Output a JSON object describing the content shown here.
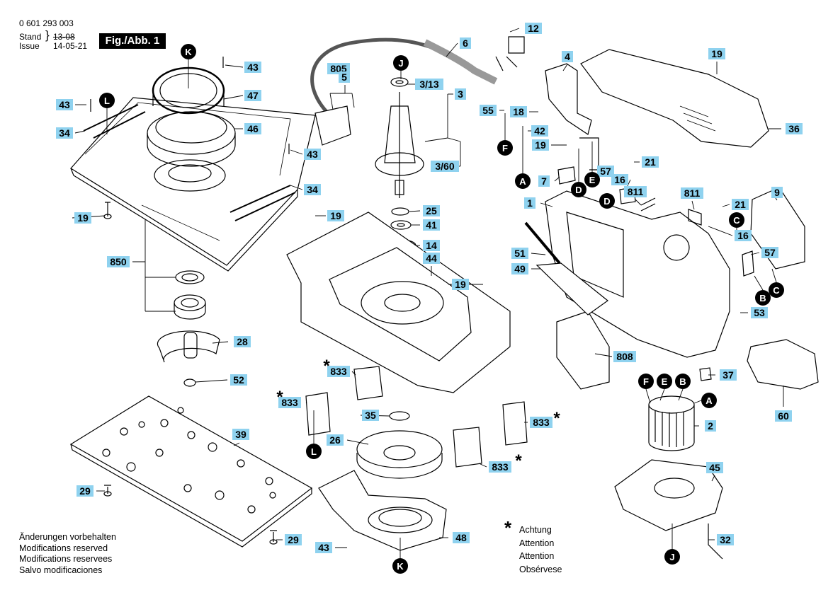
{
  "header": {
    "drawing_number": "0 601 293 003",
    "stand_label": "Stand",
    "stand_value": "13-08",
    "issue_label": "Issue",
    "issue_value": "14-05-21",
    "figure_label": "Fig./Abb. 1"
  },
  "footer_notes": [
    "Änderungen vorbehalten",
    "Modifications reserved",
    "Modifications reservees",
    "Salvo modificaciones"
  ],
  "attention": {
    "symbol": "*",
    "lines": [
      "Achtung",
      "Attention",
      "Attention",
      "Obsérvese"
    ]
  },
  "colors": {
    "label_fill": "#8fd2ef",
    "line": "#000000"
  },
  "part_labels": [
    {
      "id": "p12",
      "text": "12"
    },
    {
      "id": "p6",
      "text": "6"
    },
    {
      "id": "p4",
      "text": "4"
    },
    {
      "id": "p19a",
      "text": "19"
    },
    {
      "id": "p43a",
      "text": "43"
    },
    {
      "id": "p47",
      "text": "47"
    },
    {
      "id": "p43b",
      "text": "43"
    },
    {
      "id": "p34a",
      "text": "34"
    },
    {
      "id": "p46",
      "text": "46"
    },
    {
      "id": "p43c",
      "text": "43"
    },
    {
      "id": "p34b",
      "text": "34"
    },
    {
      "id": "p19b",
      "text": "19"
    },
    {
      "id": "p850",
      "text": "850"
    },
    {
      "id": "p28",
      "text": "28"
    },
    {
      "id": "p52",
      "text": "52"
    },
    {
      "id": "p39",
      "text": "39"
    },
    {
      "id": "p29a",
      "text": "29"
    },
    {
      "id": "p29b",
      "text": "29"
    },
    {
      "id": "p805",
      "text": "805"
    },
    {
      "id": "p5",
      "text": "5"
    },
    {
      "id": "p313",
      "text": "3/13"
    },
    {
      "id": "p3",
      "text": "3"
    },
    {
      "id": "p360",
      "text": "3/60"
    },
    {
      "id": "p25",
      "text": "25"
    },
    {
      "id": "p41",
      "text": "41"
    },
    {
      "id": "p14",
      "text": "14"
    },
    {
      "id": "p44",
      "text": "44"
    },
    {
      "id": "p19c",
      "text": "19"
    },
    {
      "id": "p19d",
      "text": "19"
    },
    {
      "id": "p833a",
      "text": "833"
    },
    {
      "id": "p833b",
      "text": "833"
    },
    {
      "id": "p35",
      "text": "35"
    },
    {
      "id": "p26",
      "text": "26"
    },
    {
      "id": "p833c",
      "text": "833"
    },
    {
      "id": "p833d",
      "text": "833"
    },
    {
      "id": "p43d",
      "text": "43"
    },
    {
      "id": "p48",
      "text": "48"
    },
    {
      "id": "p55",
      "text": "55"
    },
    {
      "id": "p18",
      "text": "18"
    },
    {
      "id": "p42",
      "text": "42"
    },
    {
      "id": "p19e",
      "text": "19"
    },
    {
      "id": "p7",
      "text": "7"
    },
    {
      "id": "p57a",
      "text": "57"
    },
    {
      "id": "p21a",
      "text": "21"
    },
    {
      "id": "p16a",
      "text": "16"
    },
    {
      "id": "p811a",
      "text": "811"
    },
    {
      "id": "p811b",
      "text": "811"
    },
    {
      "id": "p21b",
      "text": "21"
    },
    {
      "id": "p1",
      "text": "1"
    },
    {
      "id": "p16b",
      "text": "16"
    },
    {
      "id": "p9",
      "text": "9"
    },
    {
      "id": "p51",
      "text": "51"
    },
    {
      "id": "p57b",
      "text": "57"
    },
    {
      "id": "p49",
      "text": "49"
    },
    {
      "id": "p53",
      "text": "53"
    },
    {
      "id": "p808",
      "text": "808"
    },
    {
      "id": "p37",
      "text": "37"
    },
    {
      "id": "p2",
      "text": "2"
    },
    {
      "id": "p60",
      "text": "60"
    },
    {
      "id": "p45",
      "text": "45"
    },
    {
      "id": "p32",
      "text": "32"
    },
    {
      "id": "p36",
      "text": "36"
    }
  ],
  "marker_letters": [
    {
      "id": "mK1",
      "text": "K"
    },
    {
      "id": "mL1",
      "text": "L"
    },
    {
      "id": "mJ1",
      "text": "J"
    },
    {
      "id": "mF1",
      "text": "F"
    },
    {
      "id": "mA1",
      "text": "A"
    },
    {
      "id": "mD1",
      "text": "D"
    },
    {
      "id": "mE1",
      "text": "E"
    },
    {
      "id": "mD2",
      "text": "D"
    },
    {
      "id": "mC1",
      "text": "C"
    },
    {
      "id": "mB1",
      "text": "B"
    },
    {
      "id": "mC2",
      "text": "C"
    },
    {
      "id": "mF2",
      "text": "F"
    },
    {
      "id": "mE2",
      "text": "E"
    },
    {
      "id": "mB2",
      "text": "B"
    },
    {
      "id": "mA2",
      "text": "A"
    },
    {
      "id": "mL2",
      "text": "L"
    },
    {
      "id": "mK2",
      "text": "K"
    },
    {
      "id": "mJ2",
      "text": "J"
    }
  ],
  "star_marks": [
    {
      "id": "s1",
      "text": "*"
    },
    {
      "id": "s2",
      "text": "*"
    },
    {
      "id": "s3",
      "text": "*"
    },
    {
      "id": "s4",
      "text": "*"
    }
  ]
}
